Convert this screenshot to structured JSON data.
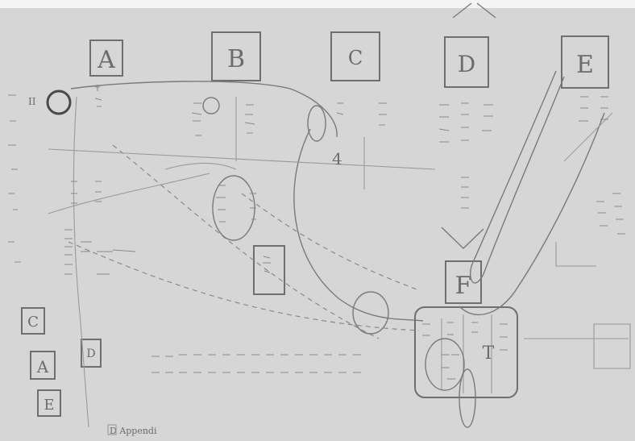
{
  "sketch": {
    "columns": [
      "A",
      "B",
      "C",
      "D",
      "E"
    ],
    "box_f": "F",
    "margin_boxes": [
      "C",
      "A",
      "E"
    ],
    "box_d_small": "D",
    "small_note": "D Appendi",
    "marks": {
      "top_left_roman": "II",
      "bottom_t": "T"
    }
  }
}
